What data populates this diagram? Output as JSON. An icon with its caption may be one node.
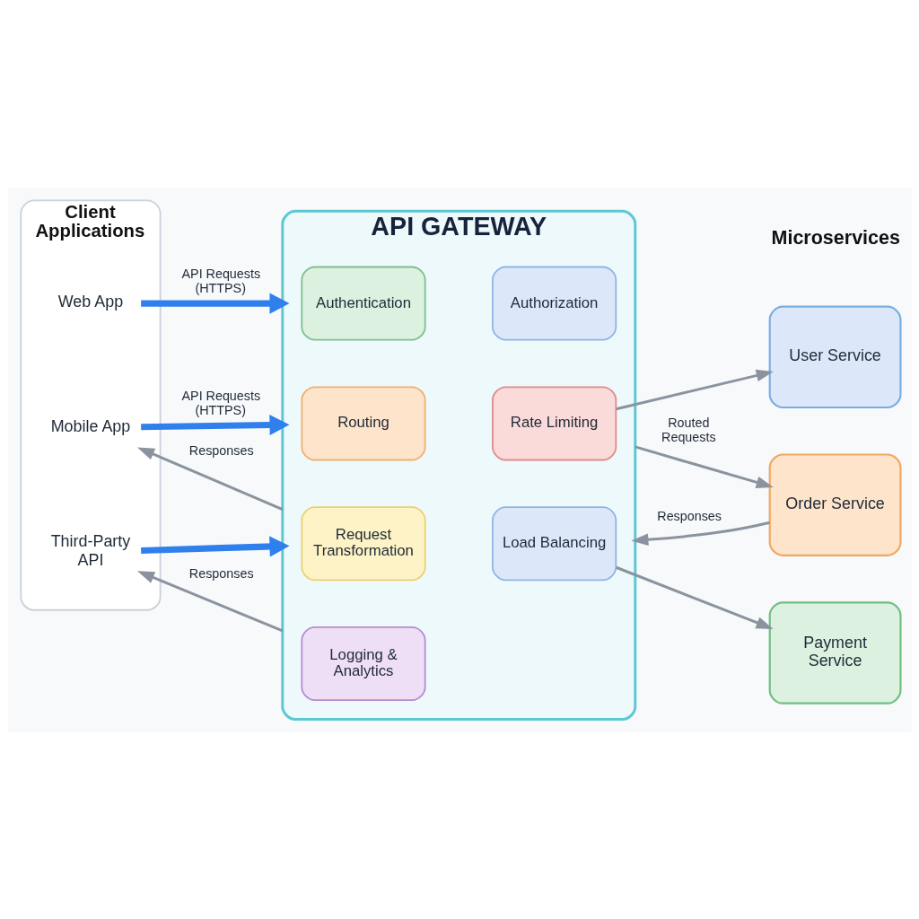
{
  "diagram": {
    "nodes": [
      {
        "text": [
          "Client Applications"
        ]
      },
      {
        "text": [
          "Web App"
        ],
        "in": 0
      },
      {
        "text": [
          "Mobile App"
        ],
        "in": 0
      },
      {
        "text": [
          "Third-Party API"
        ],
        "in": 0
      },
      {
        "text": [
          "API GATEWAY"
        ]
      },
      {
        "text": [
          "Authentication"
        ],
        "in": 4
      },
      {
        "text": [
          "Authorization"
        ],
        "in": 4
      },
      {
        "text": [
          "Routing"
        ],
        "in": 4
      },
      {
        "text": [
          "Rate Limiting"
        ],
        "in": 4
      },
      {
        "text": [
          "Request Transformation"
        ],
        "in": 4
      },
      {
        "text": [
          "Load Balancing"
        ],
        "in": 4
      },
      {
        "text": [
          "Logging & Analytics"
        ],
        "in": 4
      },
      {
        "text": [
          "User Service"
        ]
      },
      {
        "text": [
          "Order Service"
        ]
      },
      {
        "text": [
          "Payment Service"
        ]
      }
    ],
    "edges": [
      {
        "from": 1,
        "to": 4,
        "arrow": "to",
        "label": "API Requests (HTTPS)",
        "style": "thick",
        "color": "#2f80ed"
      },
      {
        "from": 2,
        "to": 4,
        "arrow": "to",
        "label": "API Requests (HTTPS)",
        "style": "thick",
        "color": "#2f80ed"
      },
      {
        "from": 4,
        "to": 2,
        "arrow": "to",
        "label": "Responses"
      },
      {
        "from": 3,
        "to": 4,
        "arrow": "to",
        "style": "thick",
        "color": "#2f80ed"
      },
      {
        "from": 4,
        "to": 3,
        "arrow": "to",
        "label": "Responses"
      },
      {
        "from": 8,
        "to": 12,
        "arrow": "to"
      },
      {
        "from": 4,
        "to": 13,
        "arrow": "to",
        "label": "Routed Requests"
      },
      {
        "from": 13,
        "to": 4,
        "arrow": "to",
        "label": "Responses"
      },
      {
        "from": 10,
        "to": 14,
        "arrow": "to"
      }
    ],
    "labels": [
      "Microservices"
    ]
  }
}
